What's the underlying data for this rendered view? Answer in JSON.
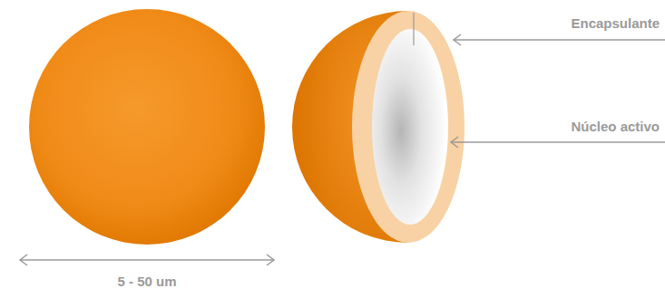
{
  "diagram": {
    "labels": [
      "Encapsulante",
      "Núcleo activo",
      "5 - 50 um"
    ]
  }
}
